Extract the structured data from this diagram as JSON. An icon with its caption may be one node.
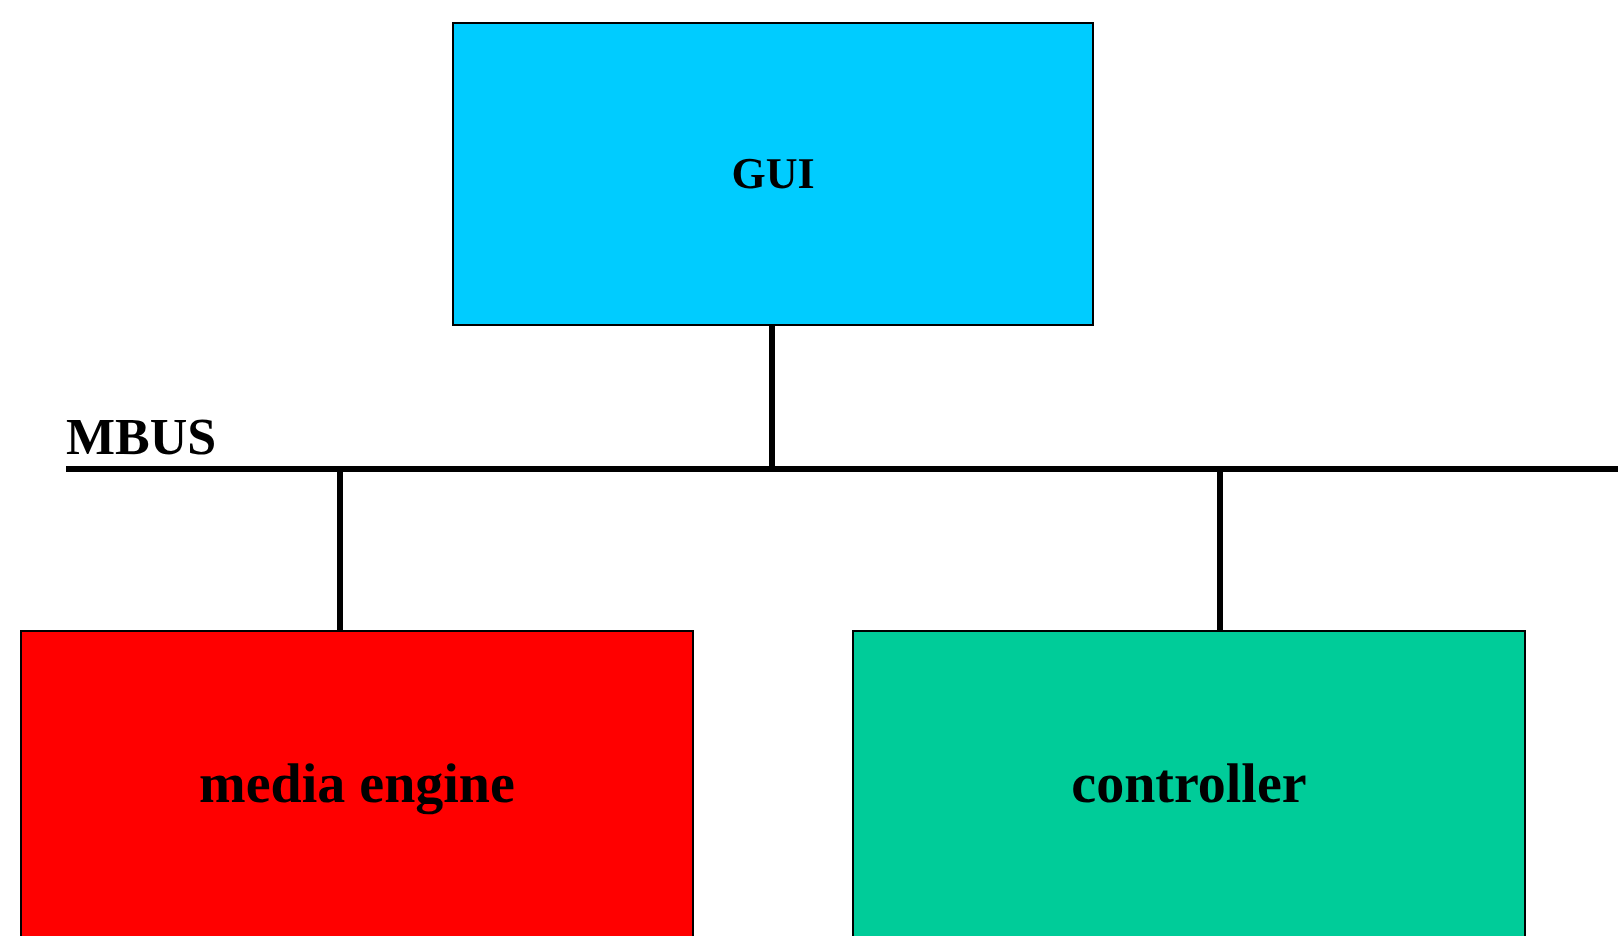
{
  "diagram": {
    "nodes": [
      {
        "text": [
          "GUI"
        ]
      },
      {
        "text": [
          "MBUS"
        ]
      },
      {
        "text": [
          "media engine"
        ]
      },
      {
        "text": [
          "controller"
        ]
      }
    ],
    "edges": [
      {
        "from": 0,
        "to": 1,
        "arrow": "none"
      },
      {
        "from": 1,
        "to": 2,
        "arrow": "none"
      },
      {
        "from": 1,
        "to": 3,
        "arrow": "none"
      }
    ]
  }
}
